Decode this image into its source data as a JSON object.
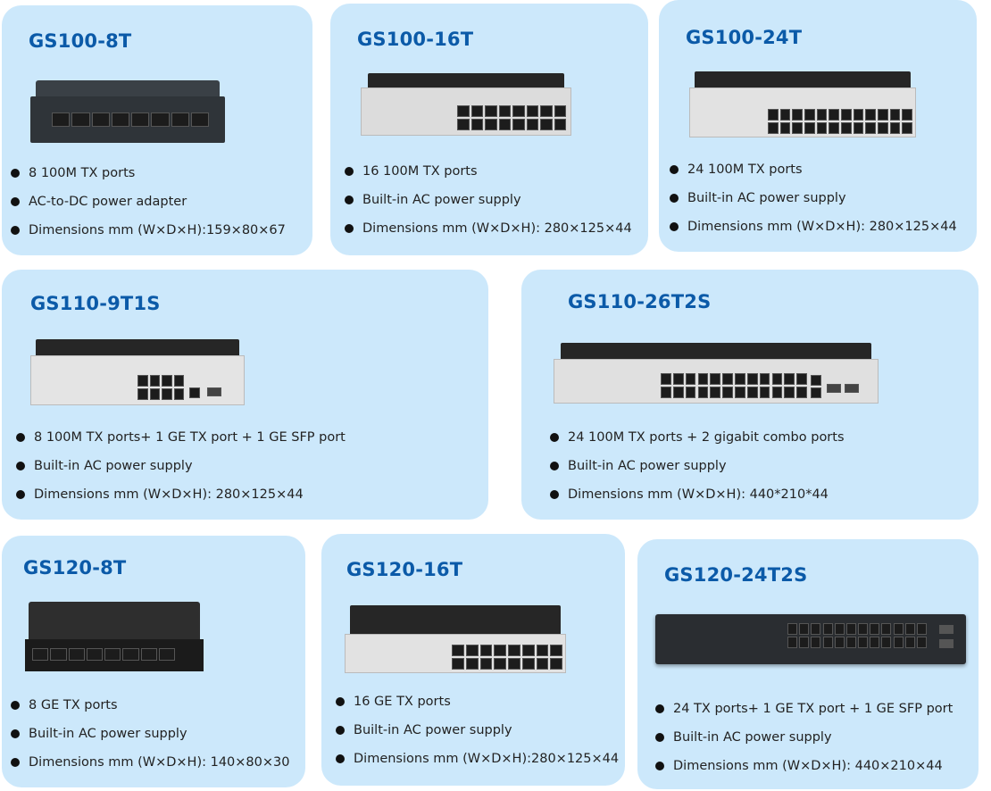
{
  "products": [
    {
      "id": "gs100-8t",
      "title": "GS100-8T",
      "features": [
        "8 100M TX ports",
        "AC-to-DC power adapter",
        "Dimensions mm (W×D×H):159×80×67"
      ]
    },
    {
      "id": "gs100-16t",
      "title": "GS100-16T",
      "features": [
        "16 100M TX ports",
        "Built-in AC power supply",
        "Dimensions mm (W×D×H): 280×125×44"
      ]
    },
    {
      "id": "gs100-24t",
      "title": "GS100-24T",
      "features": [
        "24 100M TX ports",
        "Built-in AC power supply",
        "Dimensions mm (W×D×H): 280×125×44"
      ]
    },
    {
      "id": "gs110-9t1s",
      "title": "GS110-9T1S",
      "features": [
        "8 100M TX ports+ 1 GE TX port + 1 GE SFP port",
        "Built-in AC power supply",
        "Dimensions mm (W×D×H): 280×125×44"
      ]
    },
    {
      "id": "gs110-26t2s",
      "title": "GS110-26T2S",
      "features": [
        "24 100M TX ports + 2 gigabit combo ports",
        "Built-in AC power supply",
        "Dimensions mm (W×D×H): 440*210*44"
      ]
    },
    {
      "id": "gs120-8t",
      "title": "GS120-8T",
      "features": [
        "8 GE TX ports",
        "Built-in AC power supply",
        "Dimensions mm (W×D×H): 140×80×30"
      ]
    },
    {
      "id": "gs120-16t",
      "title": "GS120-16T",
      "features": [
        "16 GE TX ports",
        "Built-in AC power supply",
        "Dimensions mm (W×D×H):280×125×44"
      ]
    },
    {
      "id": "gs120-24t2s",
      "title": "GS120-24T2S",
      "features": [
        "24 TX ports+ 1 GE TX port + 1 GE SFP port",
        "Built-in AC power supply",
        "Dimensions mm (W×D×H): 440×210×44"
      ]
    }
  ],
  "colors": {
    "card_background": "#cce8fb",
    "title": "#0b5aa8"
  }
}
